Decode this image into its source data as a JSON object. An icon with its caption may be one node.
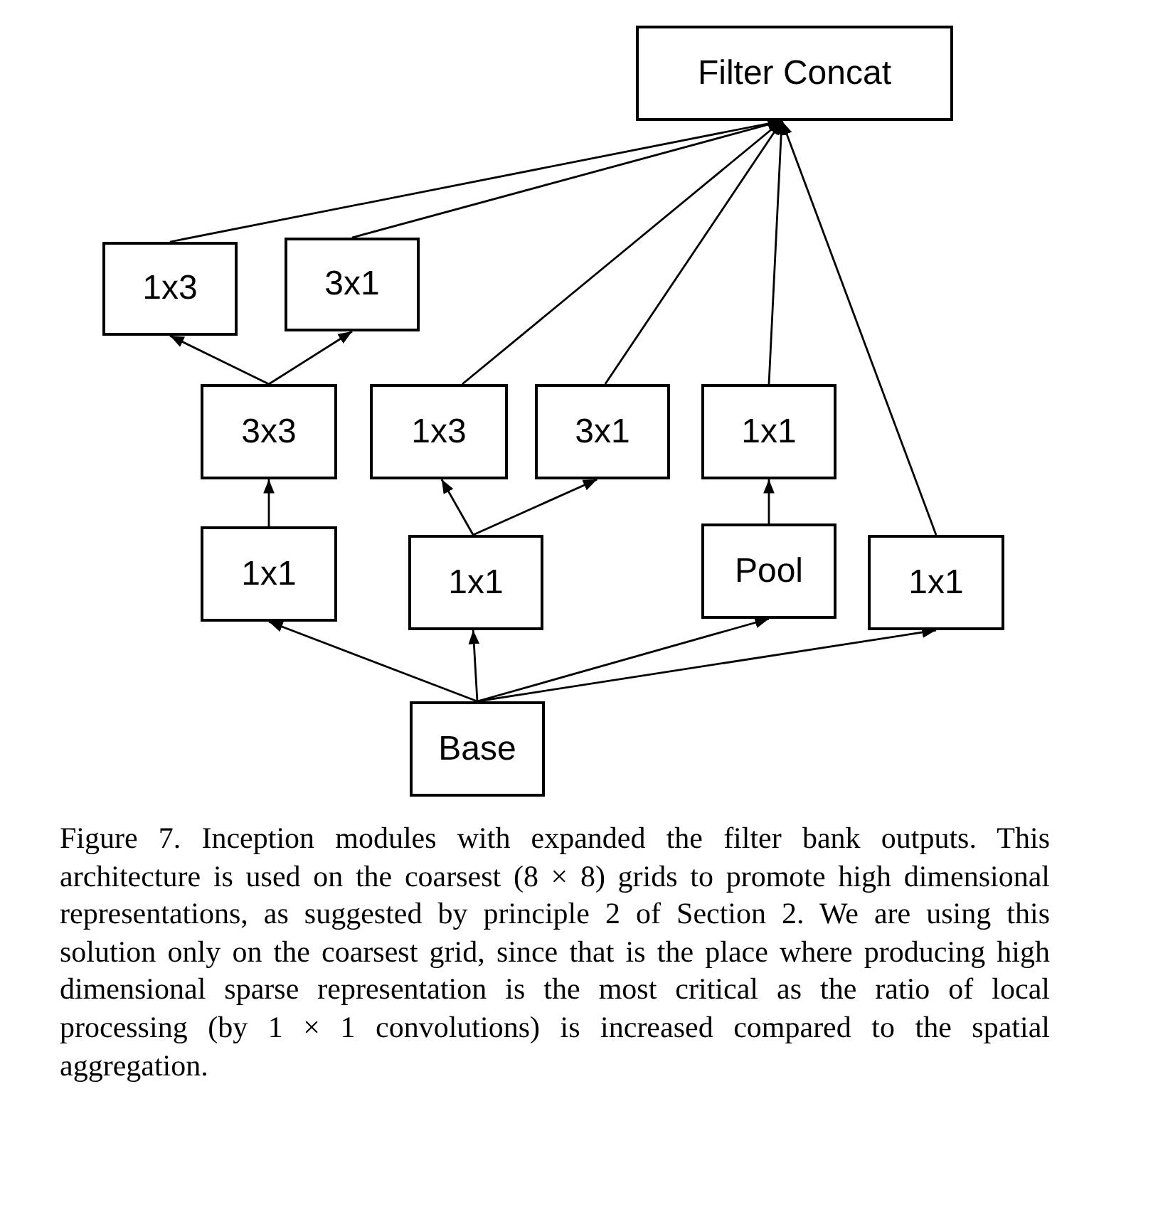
{
  "diagram": {
    "caption": "Figure 7. Inception modules with expanded the filter bank outputs. This architecture is used on the coarsest (8 × 8) grids to promote high dimensional representations, as suggested by principle 2 of Section 2. We are using this solution only on the coarsest grid, since that is the place where producing high dimensional sparse representation is the most critical as the ratio of local processing (by 1 × 1 convolutions) is increased compared to the spatial aggregation.",
    "nodes": [
      {
        "text": [
          "Filter Concat"
        ]
      },
      {
        "text": [
          "1x3"
        ]
      },
      {
        "text": [
          "3x1"
        ]
      },
      {
        "text": [
          "3x3"
        ]
      },
      {
        "text": [
          "1x3"
        ]
      },
      {
        "text": [
          "3x1"
        ]
      },
      {
        "text": [
          "1x1"
        ]
      },
      {
        "text": [
          "1x1"
        ]
      },
      {
        "text": [
          "1x1"
        ]
      },
      {
        "text": [
          "Pool"
        ]
      },
      {
        "text": [
          "1x1"
        ]
      },
      {
        "text": [
          "Base"
        ]
      }
    ],
    "edges": [
      {
        "from": 11,
        "to": 7,
        "arrow": "to"
      },
      {
        "from": 11,
        "to": 8,
        "arrow": "to"
      },
      {
        "from": 11,
        "to": 9,
        "arrow": "to"
      },
      {
        "from": 11,
        "to": 10,
        "arrow": "to"
      },
      {
        "from": 7,
        "to": 3,
        "arrow": "to"
      },
      {
        "from": 3,
        "to": 1,
        "arrow": "to"
      },
      {
        "from": 3,
        "to": 2,
        "arrow": "to"
      },
      {
        "from": 8,
        "to": 4,
        "arrow": "to"
      },
      {
        "from": 8,
        "to": 5,
        "arrow": "to"
      },
      {
        "from": 9,
        "to": 6,
        "arrow": "to"
      },
      {
        "from": 1,
        "to": 0,
        "arrow": "to"
      },
      {
        "from": 2,
        "to": 0,
        "arrow": "to"
      },
      {
        "from": 4,
        "to": 0,
        "arrow": "to"
      },
      {
        "from": 5,
        "to": 0,
        "arrow": "to"
      },
      {
        "from": 6,
        "to": 0,
        "arrow": "to"
      },
      {
        "from": 10,
        "to": 0,
        "arrow": "to"
      }
    ]
  }
}
